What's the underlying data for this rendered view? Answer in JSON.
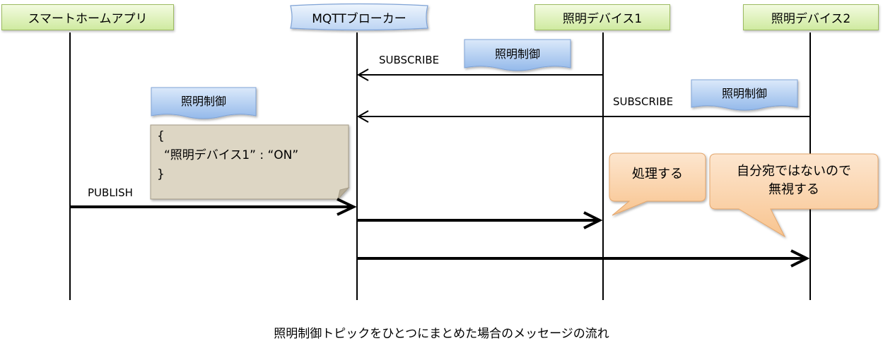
{
  "actors": {
    "smart_home_app": "スマートホームアプリ",
    "broker": "MQTTブローカー",
    "device1": "照明デバイス1",
    "device2": "照明デバイス2"
  },
  "messages": {
    "subscribe_device1": "SUBSCRIBE",
    "subscribe_device2": "SUBSCRIBE",
    "publish": "PUBLISH"
  },
  "topics": {
    "device1_subscribe": "照明制御",
    "device2_subscribe": "照明制御",
    "publish": "照明制御"
  },
  "payload": {
    "open": "{",
    "body": "“照明デバイス1” : “ON”",
    "close": "}"
  },
  "callouts": {
    "device1": "処理する",
    "device2_line1": "自分宛ではないので",
    "device2_line2": "無視する"
  },
  "caption": "照明制御トピックをひとつにまとめた場合のメッセージの流れ",
  "colors": {
    "actor_green": "#d6eeb0",
    "actor_blue": "#c6dbf6",
    "topic_blue": "#a9c8ef",
    "callout_orange": "#fbd2a8",
    "note_beige": "#ddd6c4",
    "line": "#000000"
  }
}
